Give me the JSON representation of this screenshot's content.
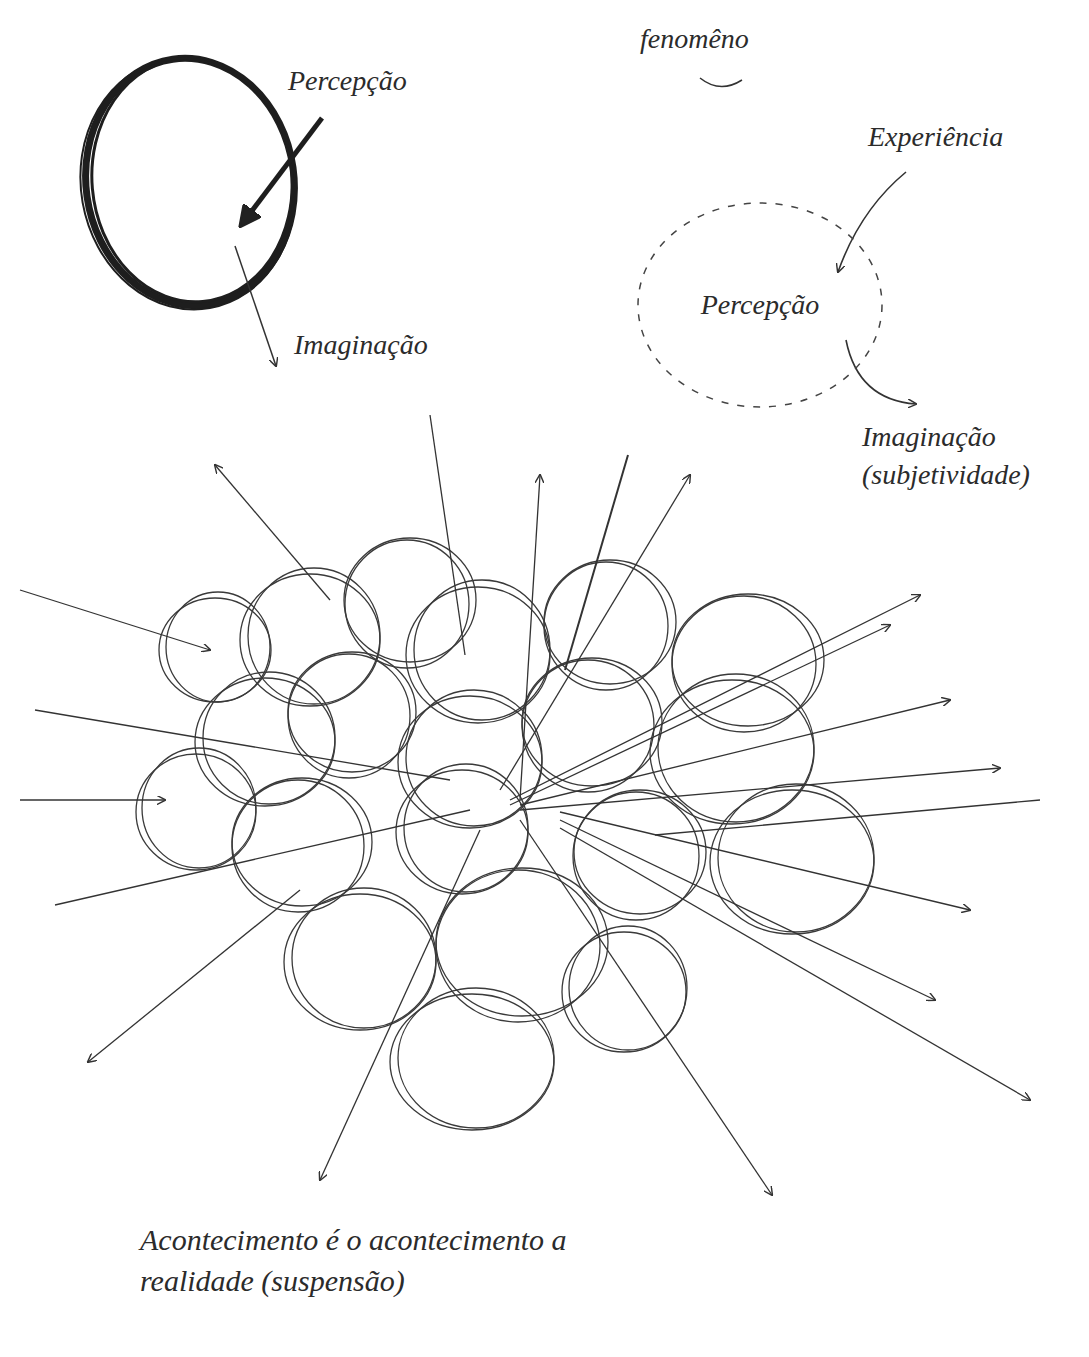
{
  "diagram": {
    "nodes": [
      {
        "text": [
          "Percepção"
        ]
      }
    ],
    "labels": [
      "fenomêno",
      "Percepção",
      "Experiência",
      "Imaginação",
      "Imaginação (subjetividade)",
      "Acontecimento é o acontecimento a realidade (suspensão)"
    ]
  }
}
